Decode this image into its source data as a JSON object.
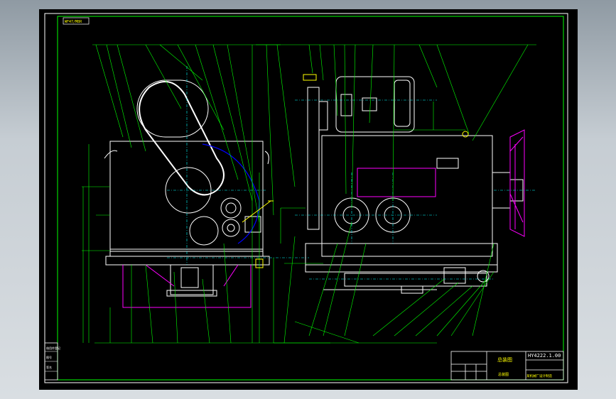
{
  "drawing": {
    "corner_tag": "WF47/M8R",
    "title_block": {
      "drawing_number": "HY4222.1.00",
      "drawing_name": "总装图",
      "company_line": "某机械厂设计制造",
      "stamp": "总装图"
    },
    "left_strip_labels": [
      "借用件登记",
      "图号",
      "签名"
    ],
    "colors": {
      "background": "#000000",
      "frame": "#ffffff",
      "outline": "#ffffff",
      "leader": "#00ff00",
      "centerline": "#00ffff",
      "hidden": "#ff00ff",
      "highlight": "#ffff00",
      "belt": "#0000ff"
    }
  }
}
